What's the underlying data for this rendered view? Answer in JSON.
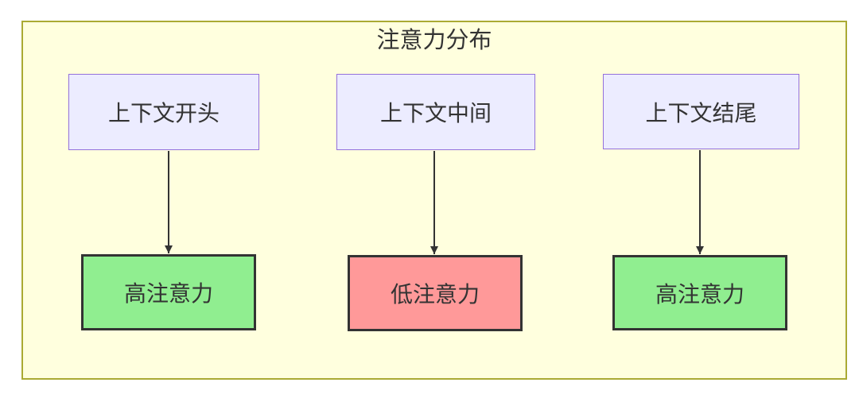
{
  "diagram": {
    "title": "注意力分布",
    "type": "flowchart",
    "direction": "top-down",
    "nodes": [
      {
        "id": "context-start",
        "label": "上下文开头",
        "kind": "context"
      },
      {
        "id": "context-middle",
        "label": "上下文中间",
        "kind": "context"
      },
      {
        "id": "context-end",
        "label": "上下文结尾",
        "kind": "context"
      },
      {
        "id": "high-attention-1",
        "label": "高注意力",
        "kind": "high-attention"
      },
      {
        "id": "low-attention",
        "label": "低注意力",
        "kind": "low-attention"
      },
      {
        "id": "high-attention-2",
        "label": "高注意力",
        "kind": "high-attention"
      }
    ],
    "edges": [
      {
        "from": "context-start",
        "to": "high-attention-1",
        "from_label": "上下文开头",
        "to_label": "高注意力"
      },
      {
        "from": "context-middle",
        "to": "low-attention",
        "from_label": "上下文中间",
        "to_label": "低注意力"
      },
      {
        "from": "context-end",
        "to": "high-attention-2",
        "from_label": "上下文结尾",
        "to_label": "高注意力"
      }
    ],
    "colors": {
      "frame_background": "#ffffde",
      "frame_border": "#aaaa33",
      "context_node_fill": "#ECECFF",
      "context_node_border": "#9370DB",
      "high_attention_fill": "#90EE90",
      "low_attention_fill": "#FF9999",
      "attention_node_border": "#333333",
      "text": "#333333",
      "arrow": "#333333"
    }
  }
}
